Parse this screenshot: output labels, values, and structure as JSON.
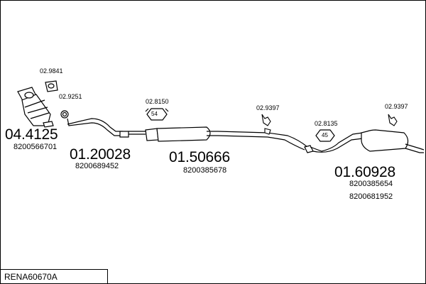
{
  "diagram_code": "RENA60670A",
  "clamps": [
    {
      "code": "02.9841",
      "kind": "gasket"
    },
    {
      "code": "02.9251",
      "kind": "ring"
    },
    {
      "code": "02.8150",
      "kind": "clamp",
      "size": "54"
    },
    {
      "code": "02.9397",
      "kind": "hanger"
    },
    {
      "code": "02.8135",
      "kind": "clamp",
      "size": "45"
    },
    {
      "code": "02.9397",
      "kind": "hanger"
    }
  ],
  "parts": [
    {
      "part_no": "04.4125",
      "refs": [
        "8200566701"
      ],
      "kind": "catalytic-converter"
    },
    {
      "part_no": "01.20028",
      "refs": [
        "8200689452"
      ],
      "kind": "front-pipe"
    },
    {
      "part_no": "01.50666",
      "refs": [
        "8200385678"
      ],
      "kind": "middle-silencer"
    },
    {
      "part_no": "01.60928",
      "refs": [
        "8200385654",
        "8200681952"
      ],
      "kind": "rear-silencer"
    }
  ]
}
